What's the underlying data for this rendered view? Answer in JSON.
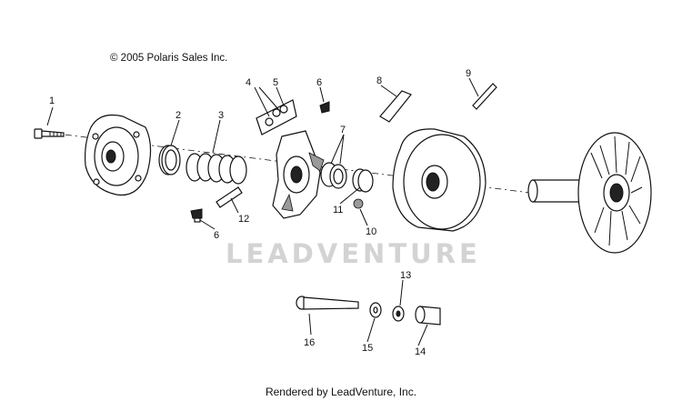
{
  "copyright": "© 2005 Polaris Sales Inc.",
  "watermark": "LEADVENTURE",
  "footer": "Rendered by LeadVenture, Inc.",
  "callouts": {
    "c1": "1",
    "c2": "2",
    "c3": "3",
    "c4": "4",
    "c5": "5",
    "c6a": "6",
    "c6b": "6",
    "c7": "7",
    "c8": "8",
    "c9": "9",
    "c10": "10",
    "c11": "11",
    "c12": "12",
    "c13": "13",
    "c14": "14",
    "c15": "15",
    "c16": "16"
  }
}
